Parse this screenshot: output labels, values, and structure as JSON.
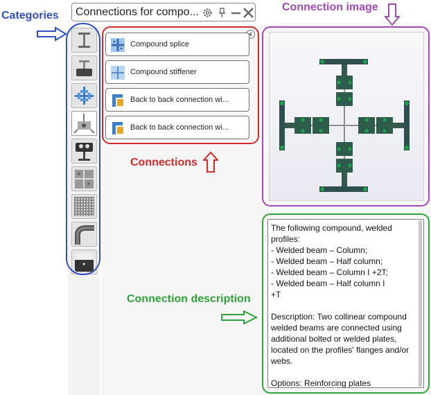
{
  "window": {
    "title": "Connections for compo...",
    "settings_icon": "gear-icon",
    "pin_icon": "pin-icon",
    "minimize_icon": "minimize-icon",
    "close_icon": "close-icon"
  },
  "annotations": {
    "categories": "Categories",
    "connection_image": "Connection image",
    "connections": "Connections",
    "connection_description": "Connection description",
    "colors": {
      "blue": "#2f4fc4",
      "purple": "#a04bb4",
      "red": "#d42a2a",
      "green": "#2fa33a"
    }
  },
  "categories": [
    {
      "icon": "i-beam-icon",
      "selected": false
    },
    {
      "icon": "beam-on-plate-icon",
      "selected": false
    },
    {
      "icon": "compound-cross-icon",
      "selected": false
    },
    {
      "icon": "bracing-node-icon",
      "selected": true
    },
    {
      "icon": "column-base-icon",
      "selected": false
    },
    {
      "icon": "plate-layout-icon",
      "selected": false
    },
    {
      "icon": "perforated-plate-icon",
      "selected": false
    },
    {
      "icon": "pipe-bend-icon",
      "selected": false
    },
    {
      "icon": "anchor-block-icon",
      "selected": false
    }
  ],
  "connections": [
    {
      "label": "Compound splice",
      "icon": "compound-splice-icon"
    },
    {
      "label": "Compound stiffener",
      "icon": "compound-stiffener-icon"
    },
    {
      "label": "Back to back connection wi...",
      "icon": "back-to-back-connection-icon"
    },
    {
      "label": "Back to back connection wi...",
      "icon": "back-to-back-connection-icon"
    }
  ],
  "description": {
    "lines": [
      "The following compound, welded",
      "profiles:",
      "-            Welded beam – Column;",
      "-            Welded beam – Half column;",
      "-            Welded beam – Column I +2T;",
      "-            Welded beam – Half column I",
      "+T",
      "",
      "Description: Two collinear compound",
      "welded beams are connected using",
      "additional bolted or welded plates,",
      "located on the profiles' flanges and/or",
      "webs.",
      "",
      "Options: Reinforcing plates"
    ]
  }
}
